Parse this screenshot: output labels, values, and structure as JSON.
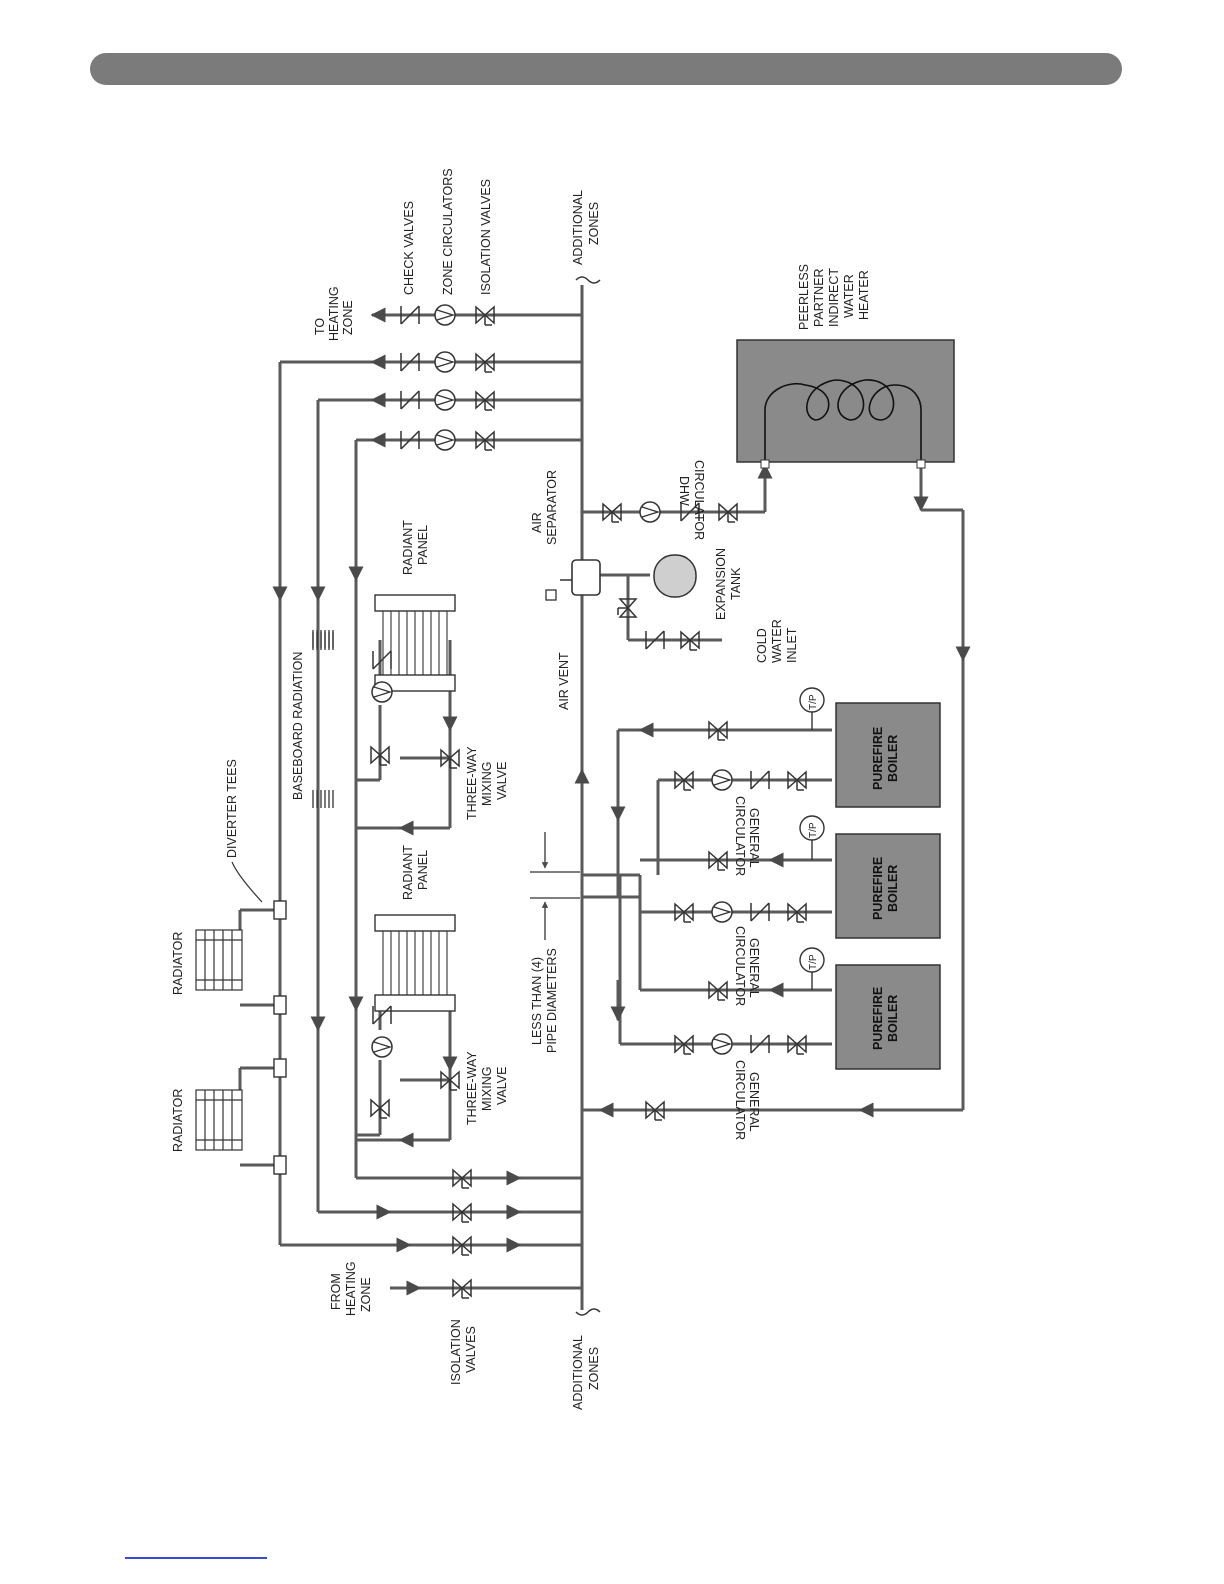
{
  "colors": {
    "header": "#7b7b7b",
    "pipe": "#5a5a5a",
    "equipment_fill": "#8a8a8a",
    "footer_rule": "#3b4bd1"
  },
  "labels": {
    "check_valves": "CHECK VALVES",
    "zone_circulators": "ZONE CIRCULATORS",
    "isolation_valves_top": "ISOLATION VALVES",
    "additional_zones_top": [
      "ADDITIONAL",
      "ZONES"
    ],
    "to_heating_zone": [
      "TO",
      "HEATING",
      "ZONE"
    ],
    "water_heater": [
      "PEERLESS",
      "PARTNER",
      "INDIRECT",
      "WATER",
      "HEATER"
    ],
    "dhw_circulator": [
      "DHW",
      "CIRCULATOR"
    ],
    "air_separator": [
      "AIR",
      "SEPARATOR"
    ],
    "expansion_tank": [
      "EXPANSION",
      "TANK"
    ],
    "cold_water_inlet": [
      "COLD",
      "WATER",
      "INLET"
    ],
    "air_vent": "AIR VENT",
    "radiant_panel_1": [
      "RADIANT",
      "PANEL"
    ],
    "radiant_panel_2": [
      "RADIANT",
      "PANEL"
    ],
    "baseboard_radiation": "BASEBOARD RADIATION",
    "three_way_mixing_valve_1": [
      "THREE-WAY",
      "MIXING",
      "VALVE"
    ],
    "three_way_mixing_valve_2": [
      "THREE-WAY",
      "MIXING",
      "VALVE"
    ],
    "diverter_tees": "DIVERTER TEES",
    "radiator_1": "RADIATOR",
    "radiator_2": "RADIATOR",
    "pipe_diameters": [
      "LESS THAN (4)",
      "PIPE DIAMETERS"
    ],
    "general_circulator_1": [
      "GENERAL",
      "CIRCULATOR"
    ],
    "general_circulator_2": [
      "GENERAL",
      "CIRCULATOR"
    ],
    "general_circulator_3": [
      "GENERAL",
      "CIRCULATOR"
    ],
    "tp_label": "T/P",
    "boiler_1": [
      "PUREFIRE",
      "BOILER"
    ],
    "boiler_2": [
      "PUREFIRE",
      "BOILER"
    ],
    "boiler_3": [
      "PUREFIRE",
      "BOILER"
    ],
    "from_heating_zone": [
      "FROM",
      "HEATING",
      "ZONE"
    ],
    "isolation_valves_bottom": [
      "ISOLATION",
      "VALVES"
    ],
    "additional_zones_bottom": [
      "ADDITIONAL",
      "ZONES"
    ]
  }
}
